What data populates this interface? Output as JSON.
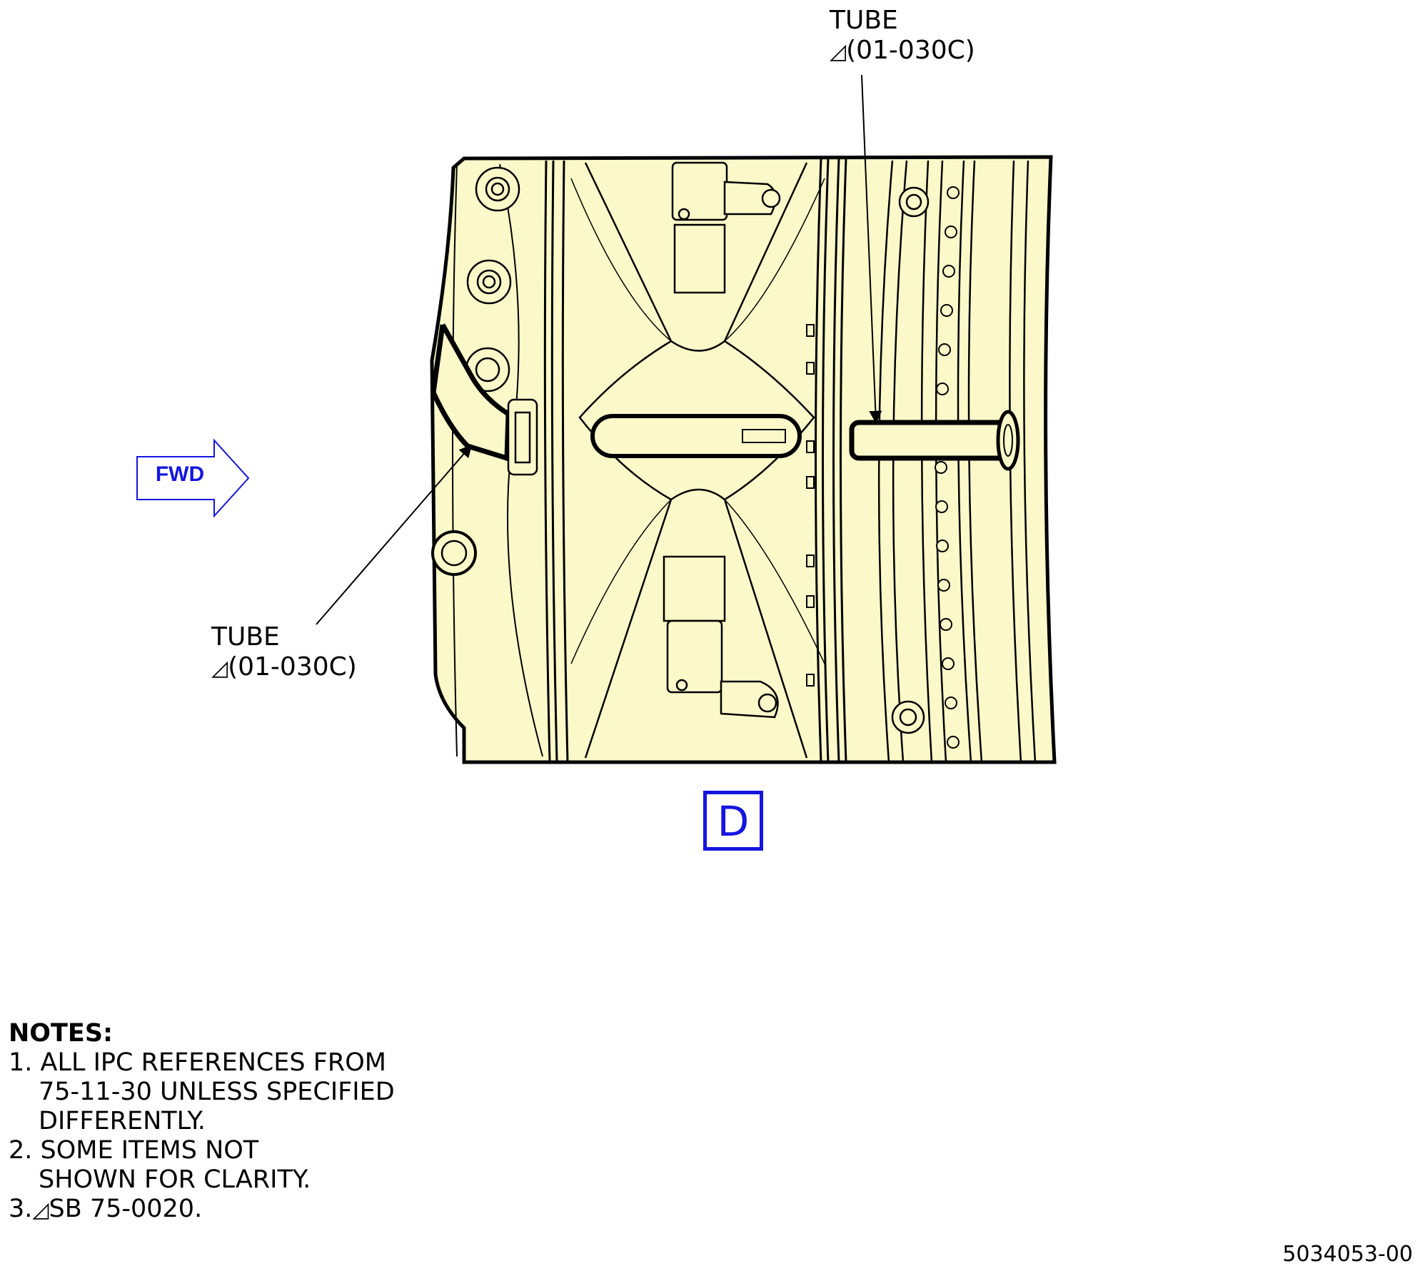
{
  "callouts": {
    "top": {
      "name": "TUBE",
      "ref": "(01-030C)",
      "symbol": "◿"
    },
    "left": {
      "name": "TUBE",
      "ref": "(01-030C)",
      "symbol": "◿"
    }
  },
  "fwd_label": "FWD",
  "view_label": "D",
  "notes": {
    "title": "NOTES:",
    "n1_a": "1. ALL IPC REFERENCES FROM",
    "n1_b": "75-11-30 UNLESS SPECIFIED",
    "n1_c": "DIFFERENTLY.",
    "n2_a": "2. SOME ITEMS NOT",
    "n2_b": "SHOWN FOR CLARITY.",
    "n3_num": "3.",
    "n3_symbol": "◿",
    "n3_text": "SB 75-0020."
  },
  "figure_number": "5034053-00",
  "colors": {
    "part_fill": "#fbf9c9",
    "accent_blue": "#1515e0",
    "line": "#000000"
  }
}
